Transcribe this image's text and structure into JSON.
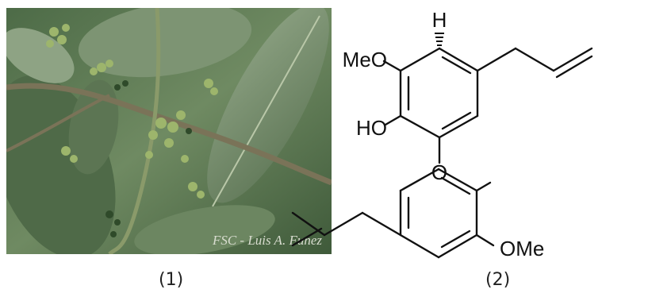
{
  "panel1": {
    "caption": "(1)",
    "watermark": "FSC - Luis A. Funez"
  },
  "panel2": {
    "caption": "(2)",
    "labels": {
      "h": "H",
      "meo": "MeO",
      "ho": "HO",
      "o": "O",
      "ome": "OMe"
    }
  }
}
